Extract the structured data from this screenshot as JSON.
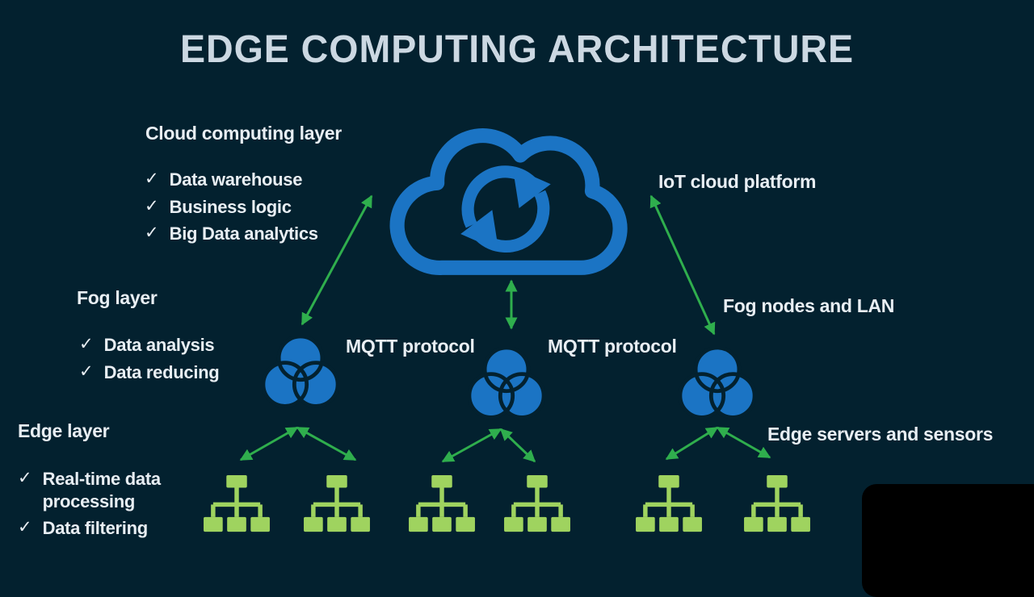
{
  "title": "EDGE COMPUTING ARCHITECTURE",
  "check_glyph": "✓",
  "layers": {
    "cloud": {
      "heading": "Cloud computing layer",
      "items": [
        "Data warehouse",
        "Business logic",
        "Big Data analytics"
      ]
    },
    "fog": {
      "heading": "Fog layer",
      "items": [
        "Data analysis",
        "Data reducing"
      ]
    },
    "edge": {
      "heading": "Edge layer",
      "items": [
        "Real-time data processing",
        "Data filtering"
      ]
    }
  },
  "right_labels": {
    "cloud": "IoT cloud platform",
    "fog": "Fog nodes and LAN",
    "edge": "Edge servers and sensors"
  },
  "protocol_labels": {
    "left": "MQTT protocol",
    "right": "MQTT protocol"
  },
  "icons": {
    "cloud": "cloud-sync-icon",
    "fog": "fog-node-icon",
    "edge": "device-tree-icon"
  },
  "colors": {
    "background": "#03212f",
    "accent_blue": "#1b74c4",
    "arrow_green": "#2fae4d",
    "device_green": "#9fd35f",
    "text": "#e8eef3",
    "title_text": "#ccd8e2",
    "privacy_box": "#000000"
  }
}
